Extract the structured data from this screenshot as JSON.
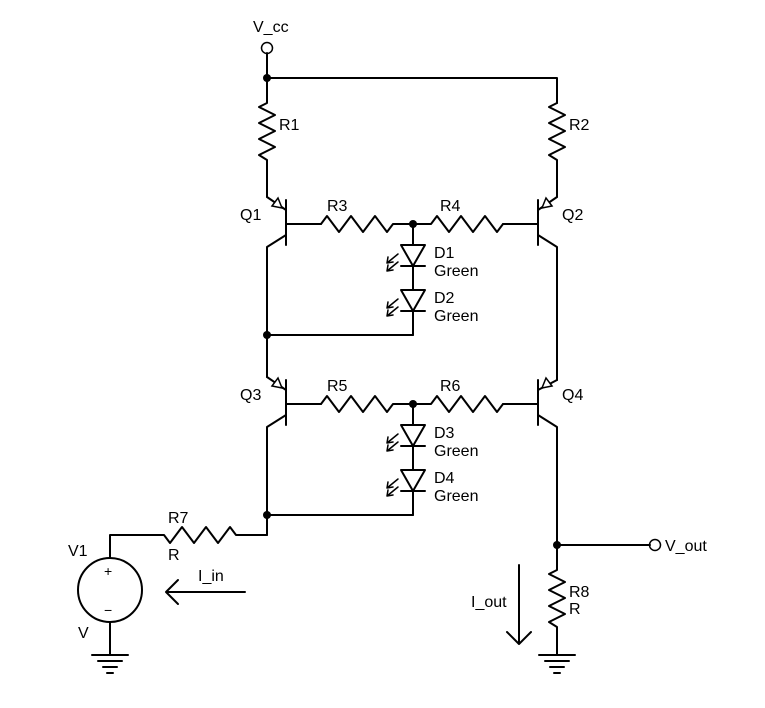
{
  "supply": {
    "label": "V_cc"
  },
  "output": {
    "label": "V_out"
  },
  "resistors": {
    "r1": {
      "name": "R1"
    },
    "r2": {
      "name": "R2"
    },
    "r3": {
      "name": "R3"
    },
    "r4": {
      "name": "R4"
    },
    "r5": {
      "name": "R5"
    },
    "r6": {
      "name": "R6"
    },
    "r7": {
      "name": "R7",
      "value": "R"
    },
    "r8": {
      "name": "R8",
      "value": "R"
    }
  },
  "transistors": {
    "q1": {
      "name": "Q1"
    },
    "q2": {
      "name": "Q2"
    },
    "q3": {
      "name": "Q3"
    },
    "q4": {
      "name": "Q4"
    }
  },
  "leds": {
    "d1": {
      "name": "D1",
      "color": "Green"
    },
    "d2": {
      "name": "D2",
      "color": "Green"
    },
    "d3": {
      "name": "D3",
      "color": "Green"
    },
    "d4": {
      "name": "D4",
      "color": "Green"
    }
  },
  "source": {
    "name": "V1",
    "value": "V",
    "plus": "+",
    "minus": "−"
  },
  "currents": {
    "in": "I_in",
    "out": "I_out"
  }
}
